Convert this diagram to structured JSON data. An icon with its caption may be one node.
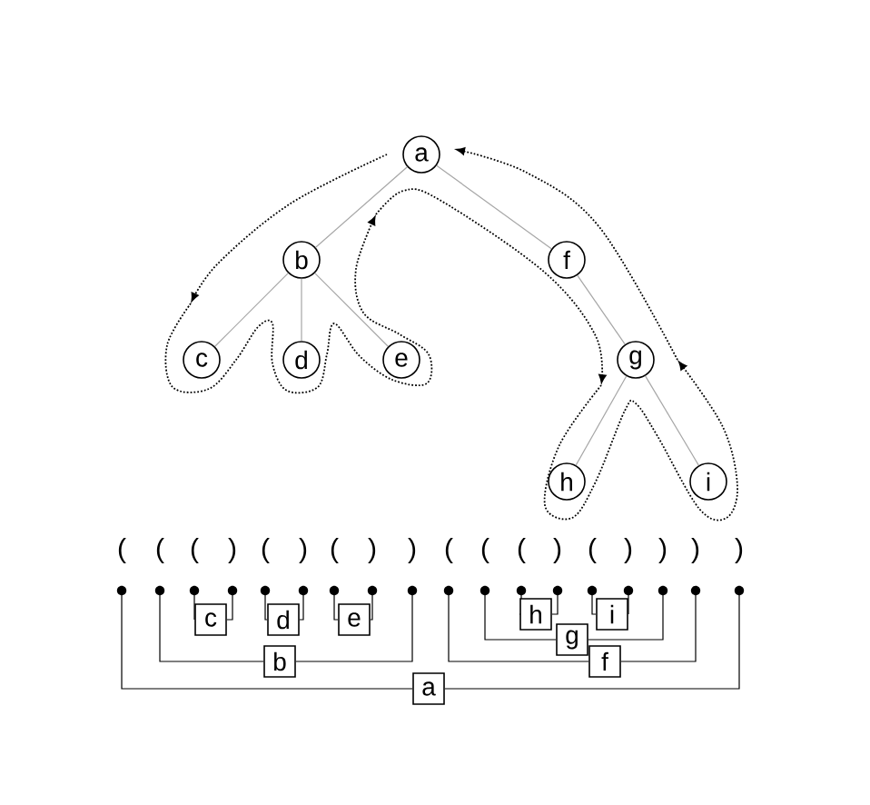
{
  "diagram": {
    "nodes": [
      {
        "text": [
          "a"
        ]
      },
      {
        "text": [
          "b"
        ]
      },
      {
        "text": [
          "c"
        ]
      },
      {
        "text": [
          "d"
        ]
      },
      {
        "text": [
          "e"
        ]
      },
      {
        "text": [
          "f"
        ]
      },
      {
        "text": [
          "g"
        ]
      },
      {
        "text": [
          "h"
        ]
      },
      {
        "text": [
          "i"
        ]
      },
      {
        "text": [
          "c"
        ]
      },
      {
        "text": [
          "d"
        ]
      },
      {
        "text": [
          "e"
        ]
      },
      {
        "text": [
          "h"
        ]
      },
      {
        "text": [
          "i"
        ]
      },
      {
        "text": [
          "g"
        ]
      },
      {
        "text": [
          "b"
        ]
      },
      {
        "text": [
          "f"
        ]
      },
      {
        "text": [
          "a"
        ]
      }
    ],
    "edges": [
      {
        "from": 0,
        "to": 1,
        "arrow": "none"
      },
      {
        "from": 0,
        "to": 5,
        "arrow": "none"
      },
      {
        "from": 1,
        "to": 2,
        "arrow": "none"
      },
      {
        "from": 1,
        "to": 3,
        "arrow": "none"
      },
      {
        "from": 1,
        "to": 4,
        "arrow": "none"
      },
      {
        "from": 5,
        "to": 6,
        "arrow": "none"
      },
      {
        "from": 6,
        "to": 7,
        "arrow": "none"
      },
      {
        "from": 6,
        "to": 8,
        "arrow": "none"
      }
    ],
    "labels": [
      "(",
      "(",
      "(",
      ")",
      "(",
      ")",
      "(",
      ")",
      ")",
      "(",
      "(",
      "(",
      ")",
      "(",
      ")",
      ")",
      ")",
      ")"
    ]
  }
}
